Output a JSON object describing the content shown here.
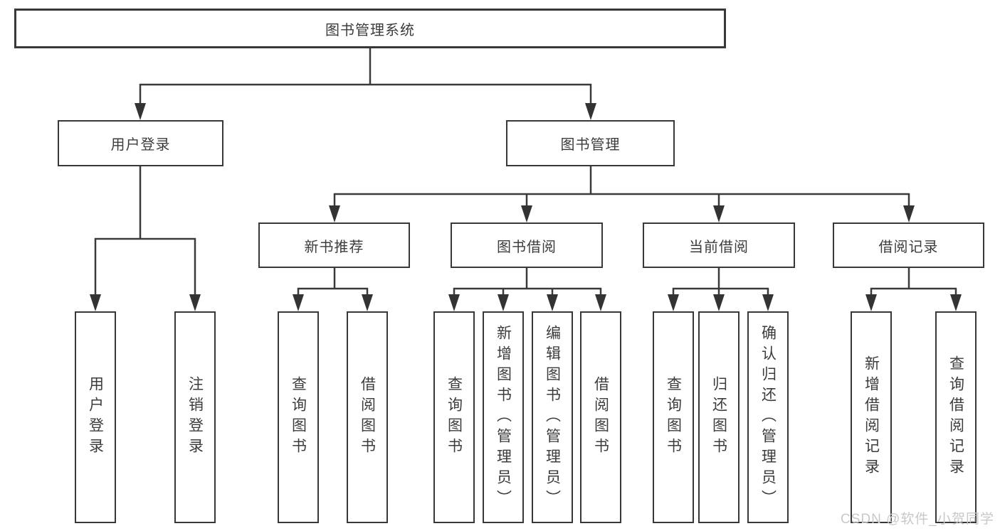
{
  "colors": {
    "line": "#3a3a3a",
    "text": "#3c3c3c",
    "background": "#ffffff",
    "watermark_text_color": "#c8c8c8"
  },
  "watermark": {
    "text": "CSDN @软件_小贺同学"
  },
  "diagram": {
    "root": {
      "label": "图书管理系统"
    },
    "level2": [
      {
        "label": "用户登录"
      },
      {
        "label": "图书管理"
      }
    ],
    "level3": [
      {
        "parent": "图书管理",
        "label": "新书推荐"
      },
      {
        "parent": "图书管理",
        "label": "图书借阅"
      },
      {
        "parent": "图书管理",
        "label": "当前借阅"
      },
      {
        "parent": "图书管理",
        "label": "借阅记录"
      }
    ],
    "leaves": [
      {
        "parent": "用户登录",
        "label": "用户登录"
      },
      {
        "parent": "用户登录",
        "label": "注销登录"
      },
      {
        "parent": "新书推荐",
        "label": "查询图书"
      },
      {
        "parent": "新书推荐",
        "label": "借阅图书"
      },
      {
        "parent": "图书借阅",
        "label": "查询图书"
      },
      {
        "parent": "图书借阅",
        "label": "新增图书（管理员）"
      },
      {
        "parent": "图书借阅",
        "label": "编辑图书（管理员）"
      },
      {
        "parent": "图书借阅",
        "label": "借阅图书"
      },
      {
        "parent": "当前借阅",
        "label": "查询图书"
      },
      {
        "parent": "当前借阅",
        "label": "归还图书"
      },
      {
        "parent": "当前借阅",
        "label": "确认归还（管理员）"
      },
      {
        "parent": "借阅记录",
        "label": "新增借阅记录"
      },
      {
        "parent": "借阅记录",
        "label": "查询借阅记录"
      }
    ]
  }
}
